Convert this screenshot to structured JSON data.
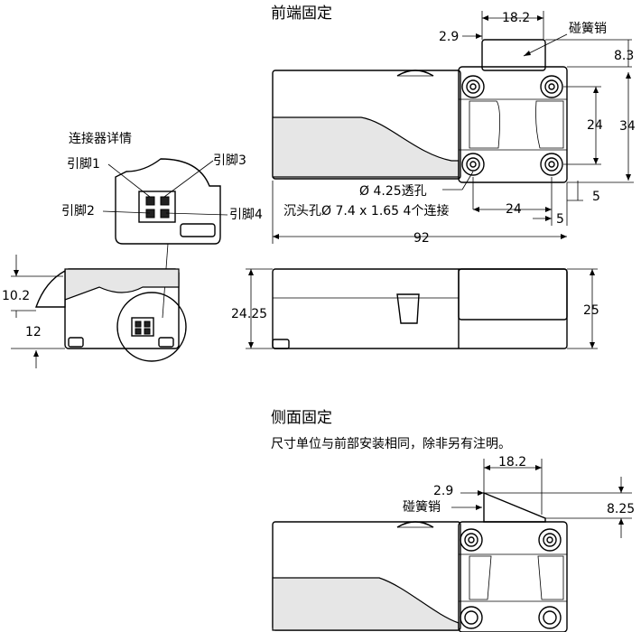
{
  "labels": {
    "front_title": "前端固定",
    "side_title": "侧面固定",
    "side_note": "尺寸单位与前部安装相同，除非另有注明。",
    "connector_title": "连接器详情",
    "pin1": "引脚1",
    "pin2": "引脚2",
    "pin3": "引脚3",
    "pin4": "引脚4",
    "spring_pin_top": "碰簧销",
    "spring_pin_bottom": "碰簧销",
    "hole_through": "Ø 4.25透孔",
    "counterbore": "沉头孔Ø 7.4 x 1.65 4个连接"
  },
  "dimensions": {
    "d_18_2_top": "18.2",
    "d_2_9_top": "2.9",
    "d_8_3": "8.3",
    "d_24_v": "24",
    "d_34": "34",
    "d_5_v": "5",
    "d_24_h": "24",
    "d_5_h": "5",
    "d_92": "92",
    "d_10_2": "10.2",
    "d_12": "12",
    "d_24_25": "24.25",
    "d_25": "25",
    "d_18_2_bottom": "18.2",
    "d_2_9_bottom": "2.9",
    "d_8_25": "8.25"
  }
}
